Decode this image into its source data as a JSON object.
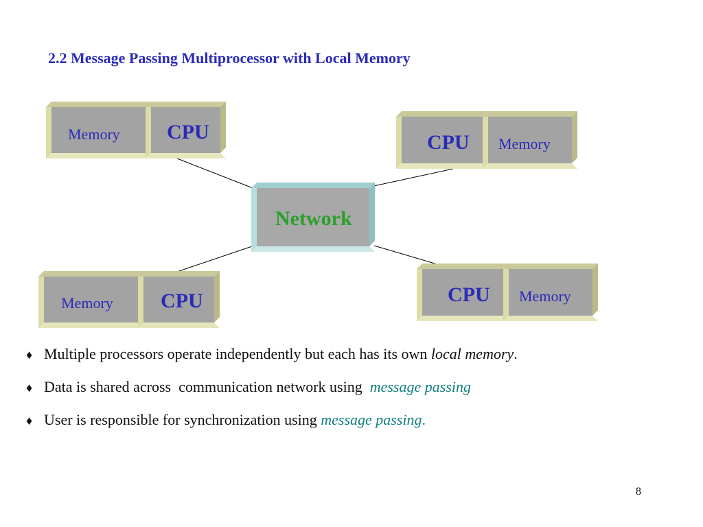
{
  "title": "2.2 Message Passing Multiprocessor  with Local Memory",
  "diagram": {
    "network_label": "Network",
    "nodes": [
      {
        "memory_label": "Memory",
        "cpu_label": "CPU"
      },
      {
        "cpu_label": "CPU",
        "memory_label": "Memory"
      },
      {
        "memory_label": "Memory",
        "cpu_label": "CPU"
      },
      {
        "cpu_label": "CPU",
        "memory_label": "Memory"
      }
    ]
  },
  "bullets": [
    {
      "marker": "♦",
      "text": "Multiple processors operate independently but each has its own ",
      "emphasis": "local memory",
      "suffix": "."
    },
    {
      "marker": "♦",
      "text": "Data is shared across  communication network using  ",
      "emphasis": "message passing",
      "suffix": ""
    },
    {
      "marker": "♦",
      "text": "User is responsible for synchronization using ",
      "emphasis": "message passing",
      "suffix": "."
    }
  ],
  "colors": {
    "title": "#2b2bb8",
    "network_label": "#2aa02a",
    "emphasis_teal": "#118080"
  },
  "page_number": "8"
}
